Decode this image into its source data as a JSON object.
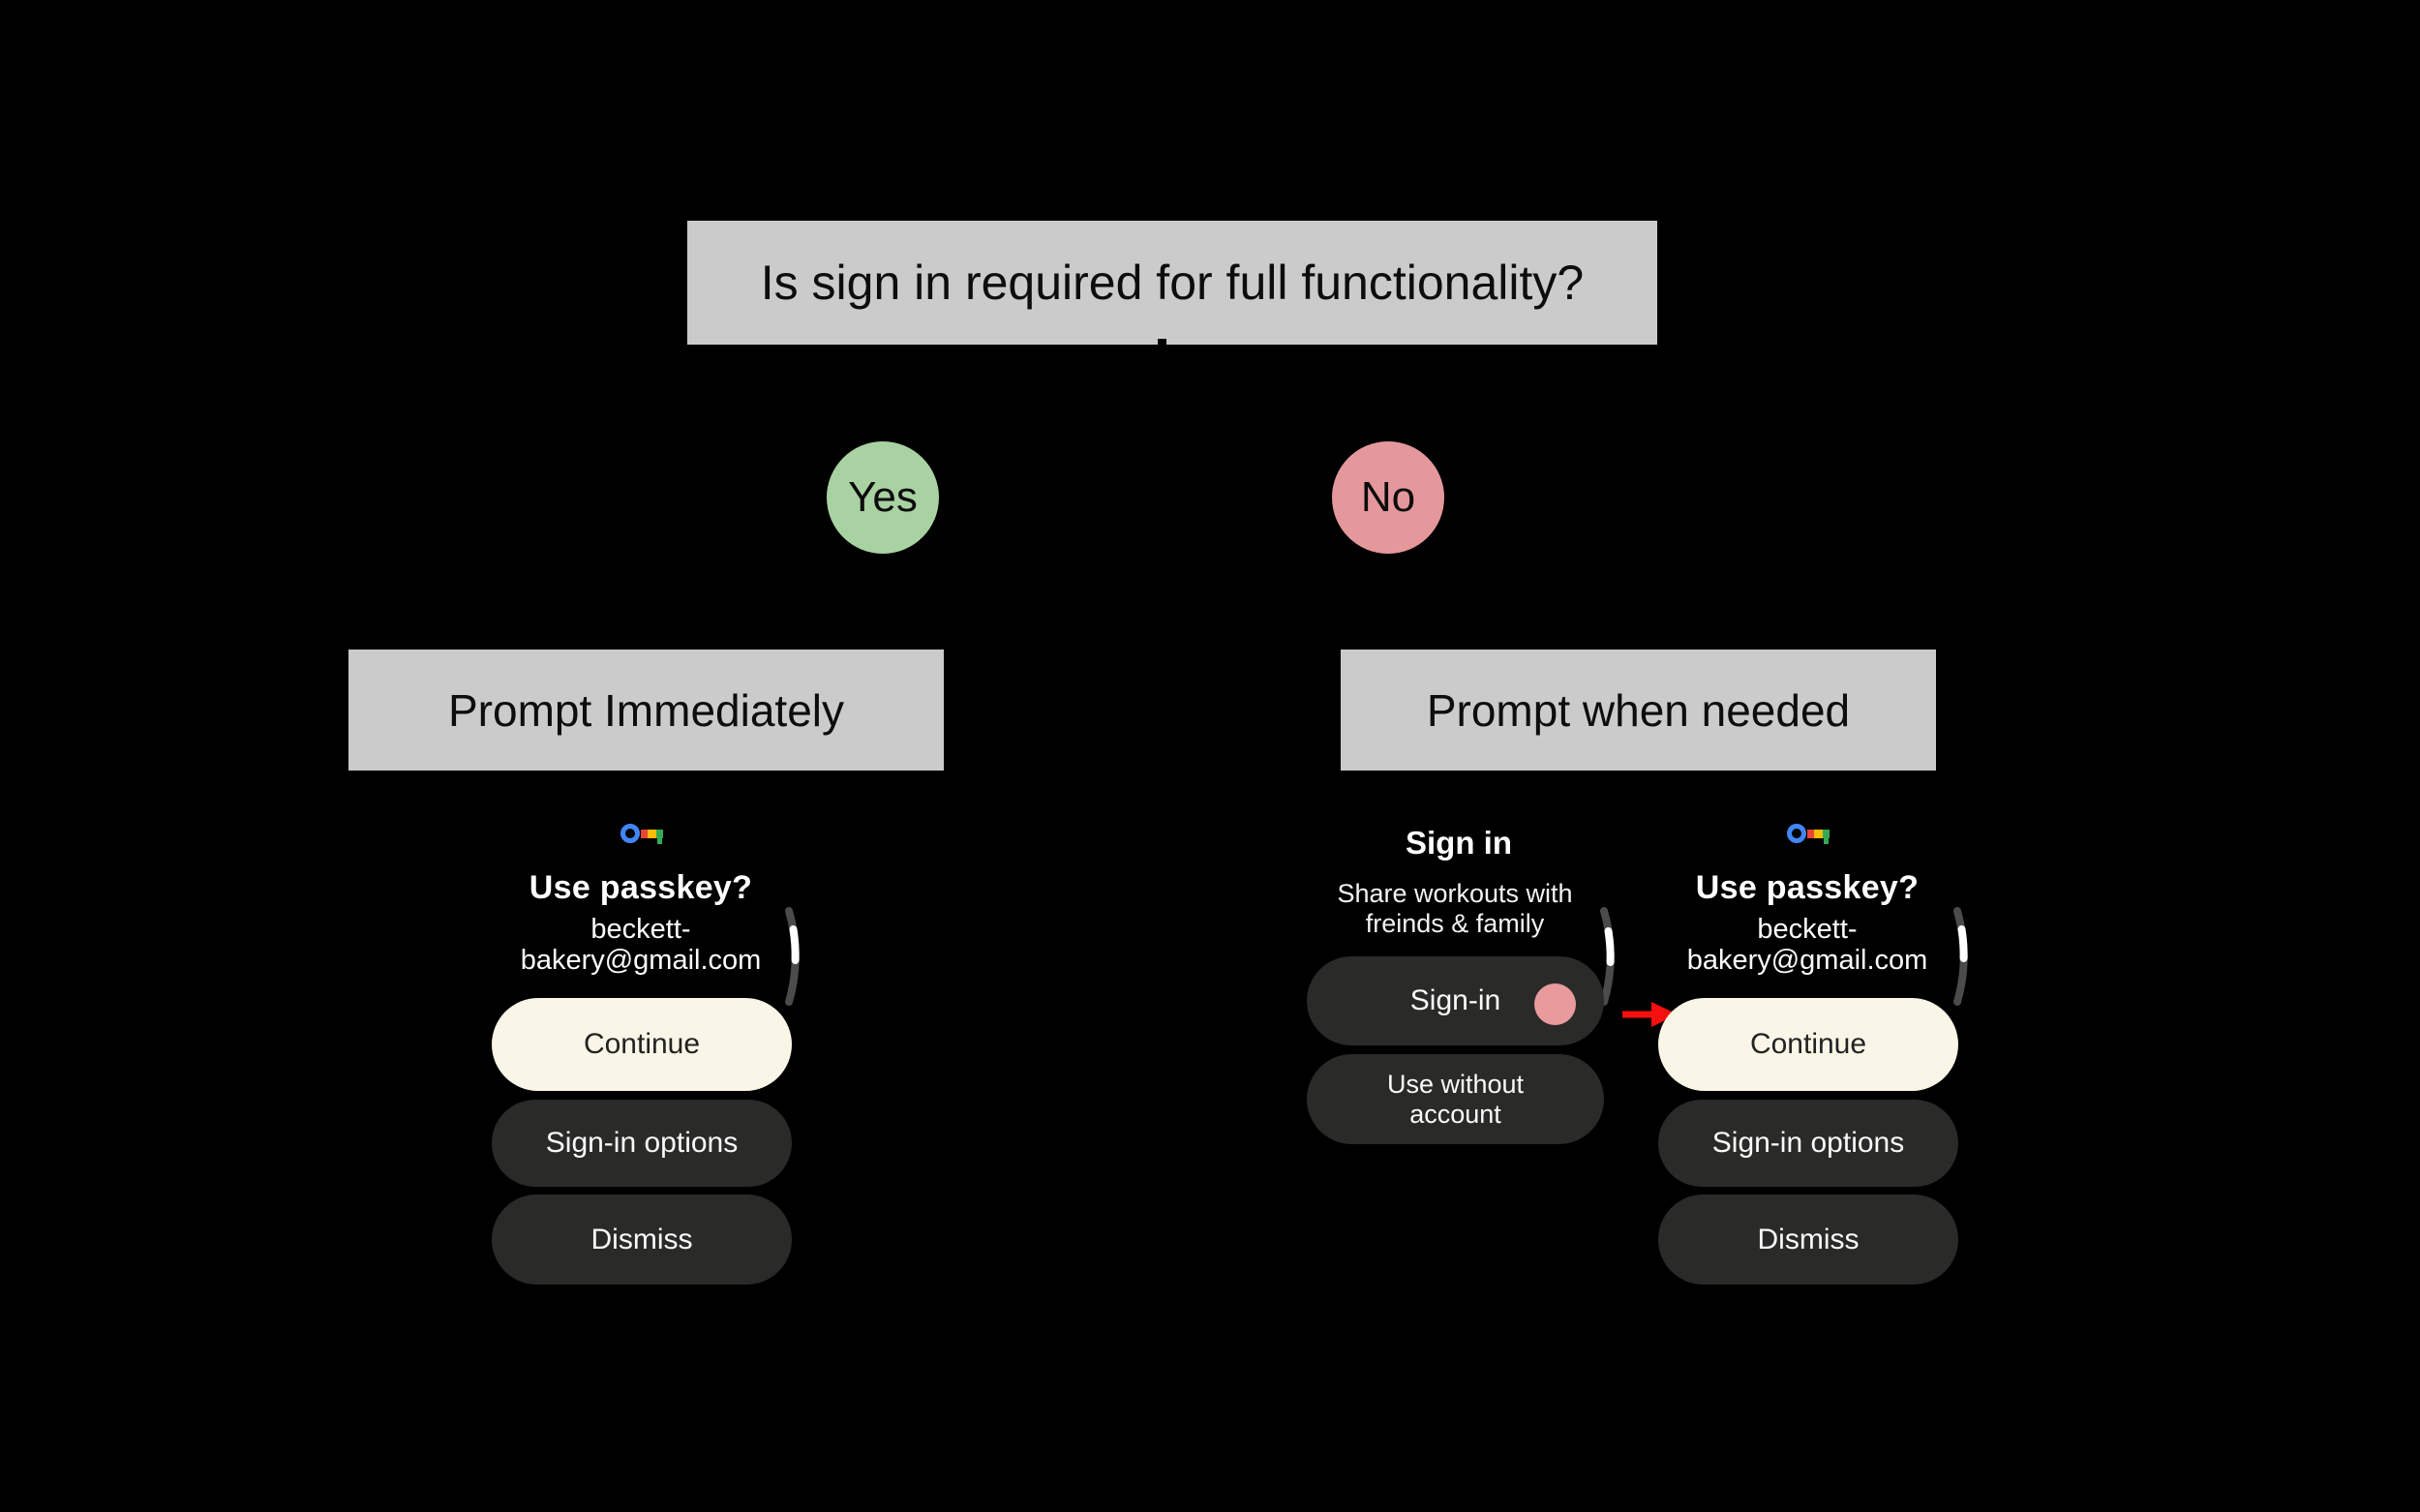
{
  "palette": {
    "background": "#000000",
    "box_gray": "#cbcbcb",
    "yes_green": "#a9d2a2",
    "no_pink": "#e5989c",
    "button_cream": "#f9f6e8",
    "button_dark": "#2a2a28",
    "avatar_pink": "#e89a9d",
    "arrow_red": "#f50f0f",
    "scroll_track_gray": "#4b4b4b",
    "scroll_thumb_white": "#ffffff",
    "key_blue": "#4285f4",
    "key_red": "#ea4335",
    "key_yellow": "#fbbc05",
    "key_green": "#34a853"
  },
  "flowchart": {
    "question": "Is sign in required for full functionality?",
    "yes": {
      "label": "Yes",
      "outcome": "Prompt Immediately"
    },
    "no": {
      "label": "No",
      "outcome": "Prompt when needed"
    }
  },
  "watches": {
    "left_passkey": {
      "icon": "google-passkey-key-icon",
      "title": "Use passkey?",
      "email_line1": "beckett-",
      "email_line2": "bakery@gmail.com",
      "continue_label": "Continue",
      "options_label": "Sign-in options",
      "dismiss_label": "Dismiss"
    },
    "signin_prompt": {
      "title": "Sign in",
      "subtitle_line1": "Share workouts with",
      "subtitle_line2": "freinds & family",
      "signin_label": "Sign-in",
      "use_without_line1": "Use without",
      "use_without_line2": "account"
    },
    "right_passkey": {
      "icon": "google-passkey-key-icon",
      "title": "Use passkey?",
      "email_line1": "beckett-",
      "email_line2": "bakery@gmail.com",
      "continue_label": "Continue",
      "options_label": "Sign-in options",
      "dismiss_label": "Dismiss"
    }
  }
}
